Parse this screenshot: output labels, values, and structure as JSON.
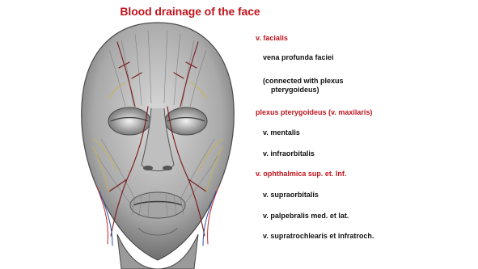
{
  "slide": {
    "title": "Blood drainage of the face",
    "colors": {
      "title": "#c0141d",
      "heading": "#c0141d",
      "item": "#111111",
      "vein": "#7a1a1a",
      "artery": "#c22828",
      "nerve": "#c9b44a"
    },
    "labels": [
      {
        "id": "v-facialis",
        "text": "v. facialis",
        "style": "red"
      },
      {
        "id": "vena-profunda-faciei",
        "text": "vena profunda faciei",
        "style": "black"
      },
      {
        "id": "connected-with-plexus",
        "line1": "(connected with plexus",
        "line2": "pterygoideus)",
        "style": "black"
      },
      {
        "id": "plexus-pterygoideus",
        "text": "plexus pterygoideus (v. maxilaris)",
        "style": "red"
      },
      {
        "id": "v-mentalis",
        "text": "v. mentalis",
        "style": "black"
      },
      {
        "id": "v-infraorbitalis",
        "text": "v. infraorbitalis",
        "style": "black"
      },
      {
        "id": "v-ophthalmica",
        "text": "v. ophthalmica sup. et. Inf.",
        "style": "red"
      },
      {
        "id": "v-supraorbitalis",
        "text": "v. supraorbitalis",
        "style": "black"
      },
      {
        "id": "v-palpebralis",
        "text": "v. palpebralis med. et lat.",
        "style": "black"
      },
      {
        "id": "v-supratrochlearis",
        "text": "v. supratrochlearis et infratroch.",
        "style": "black"
      }
    ]
  }
}
